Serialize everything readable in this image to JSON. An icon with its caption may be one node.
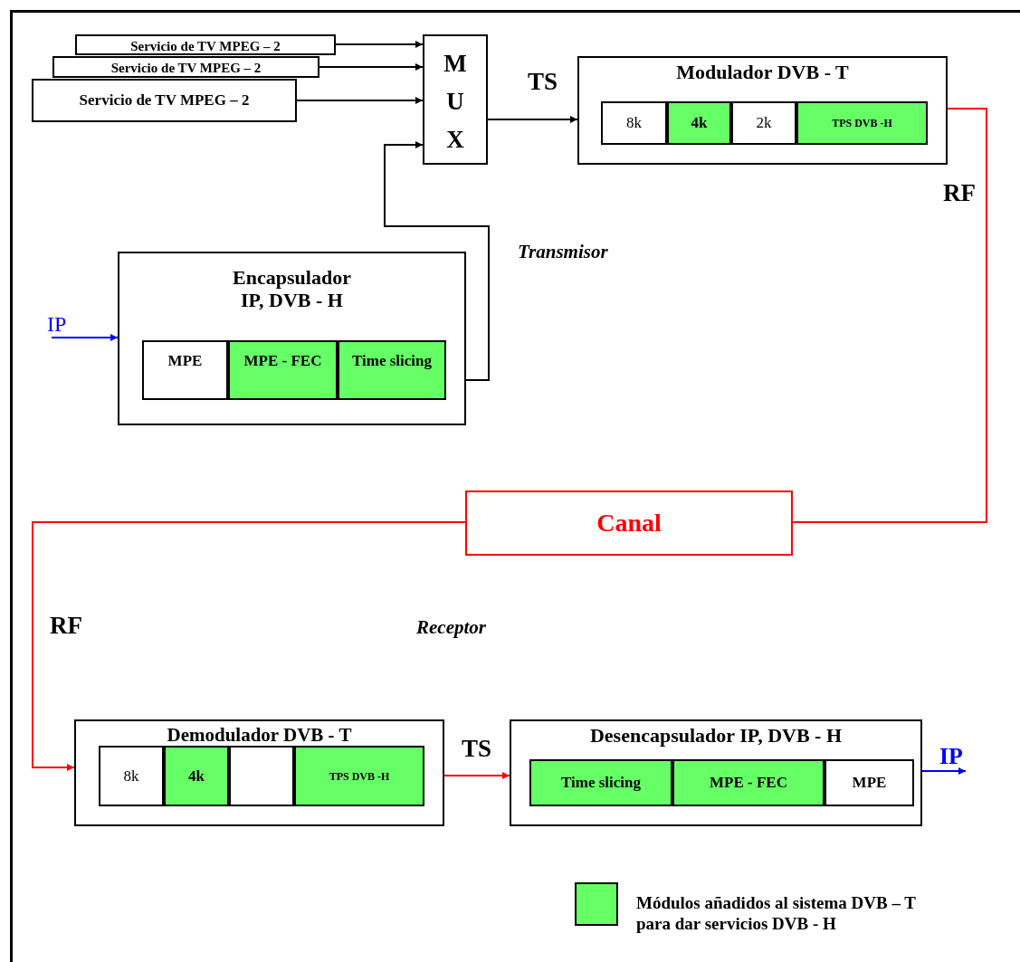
{
  "diagram": {
    "nodes": [
      {
        "text": [
          "Servicio de TV MPEG – 2"
        ]
      },
      {
        "text": [
          "Servicio de TV MPEG – 2"
        ]
      },
      {
        "text": [
          "Servicio de TV MPEG – 2"
        ]
      },
      {
        "text": [
          "M U X"
        ]
      },
      {
        "text": [
          "Modulador DVB - T"
        ]
      },
      {
        "text": [
          "8k"
        ],
        "in": 4
      },
      {
        "text": [
          "4k"
        ],
        "in": 4
      },
      {
        "text": [
          "2k"
        ],
        "in": 4
      },
      {
        "text": [
          "TPS DVB -H"
        ],
        "in": 4
      },
      {
        "text": [
          "IP"
        ]
      },
      {
        "text": [
          "Encapsulador IP, DVB - H"
        ]
      },
      {
        "text": [
          "MPE"
        ],
        "in": 10
      },
      {
        "text": [
          "MPE - FEC"
        ],
        "in": 10
      },
      {
        "text": [
          "Time slicing"
        ],
        "in": 10
      },
      {
        "text": [
          "Canal"
        ]
      },
      {
        "text": [
          "Demodulador DVB - T"
        ]
      },
      {
        "text": [
          "8k"
        ],
        "in": 15
      },
      {
        "text": [
          "4k"
        ],
        "in": 15
      },
      {
        "text": [],
        "shape": "box",
        "in": 15
      },
      {
        "text": [
          "TPS DVB -H"
        ],
        "in": 15
      },
      {
        "text": [
          "Desencapsulador IP, DVB - H"
        ]
      },
      {
        "text": [
          "Time slicing"
        ],
        "in": 20
      },
      {
        "text": [
          "MPE - FEC"
        ],
        "in": 20
      },
      {
        "text": [
          "MPE"
        ],
        "in": 20
      },
      {
        "text": [
          "IP"
        ]
      }
    ],
    "edges": [
      {
        "from": 0,
        "to": 3,
        "arrow": "to"
      },
      {
        "from": 1,
        "to": 3,
        "arrow": "to"
      },
      {
        "from": 2,
        "to": 3,
        "arrow": "to"
      },
      {
        "from": 10,
        "to": 3,
        "arrow": "to"
      },
      {
        "from": 3,
        "to": 4,
        "arrow": "to",
        "label": "TS"
      },
      {
        "from": 9,
        "to": 10,
        "arrow": "to",
        "color": "#0000ff"
      },
      {
        "from": 4,
        "to": 14,
        "arrow": "none",
        "label": "RF",
        "color": "#ff0000"
      },
      {
        "from": 14,
        "to": 15,
        "arrow": "to",
        "label": "RF",
        "color": "#ff0000"
      },
      {
        "from": 15,
        "to": 20,
        "arrow": "to",
        "label": "TS",
        "color": "#ff0000"
      },
      {
        "from": 20,
        "to": 24,
        "arrow": "to",
        "color": "#0000ff"
      }
    ],
    "labels": [
      "Transmisor",
      "Receptor"
    ],
    "legend": [
      {
        "text": "Módulos añadidos al sistema DVB – T para dar servicios DVB - H",
        "color": "#66ff66"
      }
    ]
  }
}
